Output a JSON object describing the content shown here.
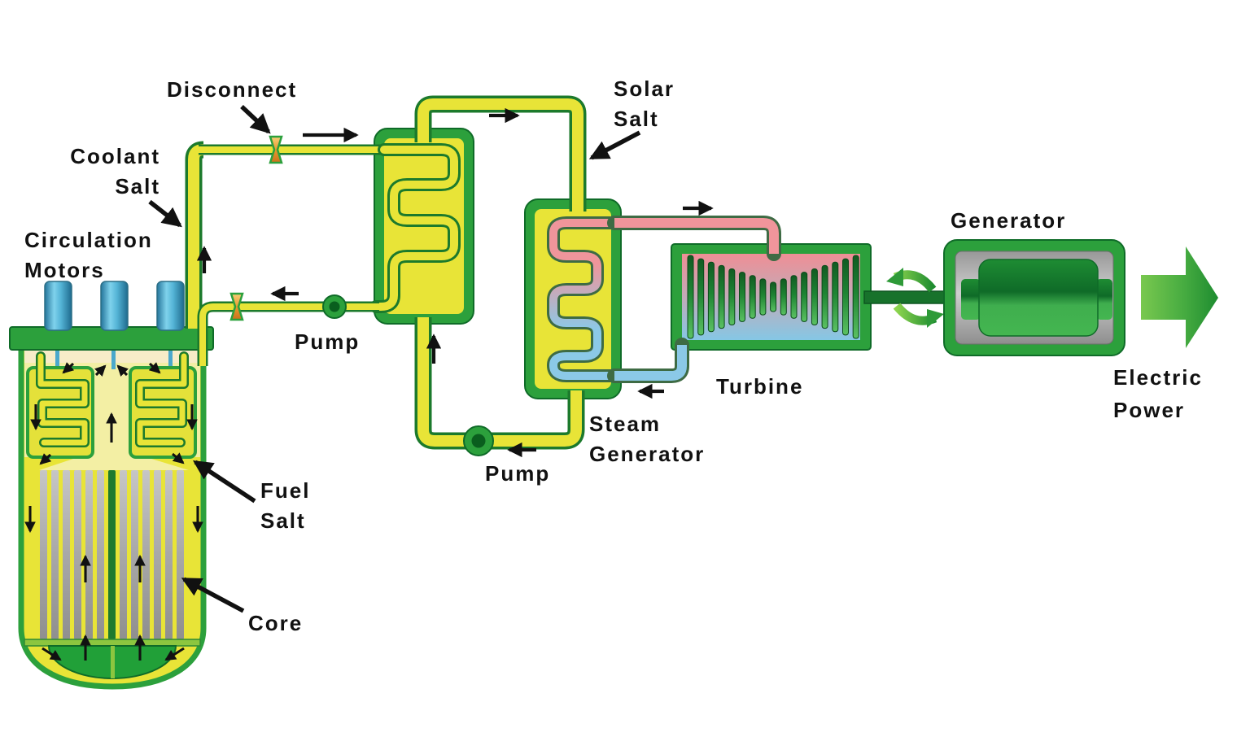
{
  "labels": {
    "disconnect": "Disconnect",
    "coolant_salt": [
      "Coolant",
      "Salt"
    ],
    "circulation_motors": [
      "Circulation",
      "Motors"
    ],
    "fuel_salt": [
      "Fuel",
      "Salt"
    ],
    "core": "Core",
    "primary_pump": "Pump",
    "solar_salt": [
      "Solar",
      "Salt"
    ],
    "secondary_pump": "Pump",
    "steam_generator": [
      "Steam",
      "Generator"
    ],
    "turbine": "Turbine",
    "generator": "Generator",
    "electric_power": [
      "Electric",
      "Power"
    ]
  },
  "colors": {
    "yellow": "#E8E437",
    "box_yellow": "#E4E13A",
    "pale_yellow": "#F3EFA4",
    "cream": "#F7ECC8",
    "green": "#2CA03C",
    "dark_green": "#0F6B28",
    "pipe_outline": "#1C7A2C",
    "bright_green": "#21A038",
    "light_green": "#8CC63F",
    "control_green": "#1E7A2E",
    "motor_blue": "#58B6D6",
    "steam_pink": "#F0959B",
    "water_blue": "#8BC9E7",
    "wet_outline": "#3E6B44",
    "valve_orange": "#E89A30",
    "shaft_green": "#17722B",
    "text_black": "#111111"
  },
  "reactor": {
    "core_rod_count": 13,
    "control_rod_index": 6,
    "motor_count": 3
  },
  "turbine": {
    "blade_count": 17
  }
}
